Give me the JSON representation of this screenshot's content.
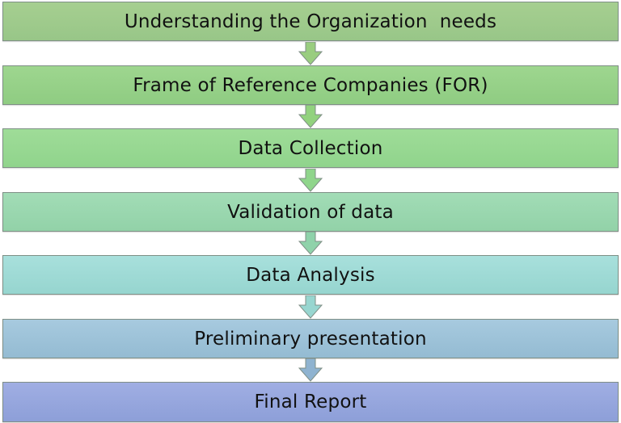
{
  "diagram": {
    "steps": [
      {
        "label": "Understanding the Organization  needs",
        "color": "#a3cd8d"
      },
      {
        "label": "Frame of Reference Companies (FOR)",
        "color": "#98d28a"
      },
      {
        "label": "Data Collection",
        "color": "#99d894"
      },
      {
        "label": "Validation of data",
        "color": "#9bd8b0"
      },
      {
        "label": "Data Analysis",
        "color": "#a0dbd6"
      },
      {
        "label": "Preliminary presentation",
        "color": "#9fc4da"
      },
      {
        "label": "Final Report",
        "color": "#98a8df"
      }
    ],
    "arrows": [
      {
        "from": 1,
        "to": 2,
        "color": "#99cd7f"
      },
      {
        "from": 2,
        "to": 3,
        "color": "#92d27e"
      },
      {
        "from": 3,
        "to": 4,
        "color": "#8fd58b"
      },
      {
        "from": 4,
        "to": 5,
        "color": "#8fd2aa"
      },
      {
        "from": 5,
        "to": 6,
        "color": "#98d6d0"
      },
      {
        "from": 6,
        "to": 7,
        "color": "#8fb3d0"
      }
    ]
  }
}
